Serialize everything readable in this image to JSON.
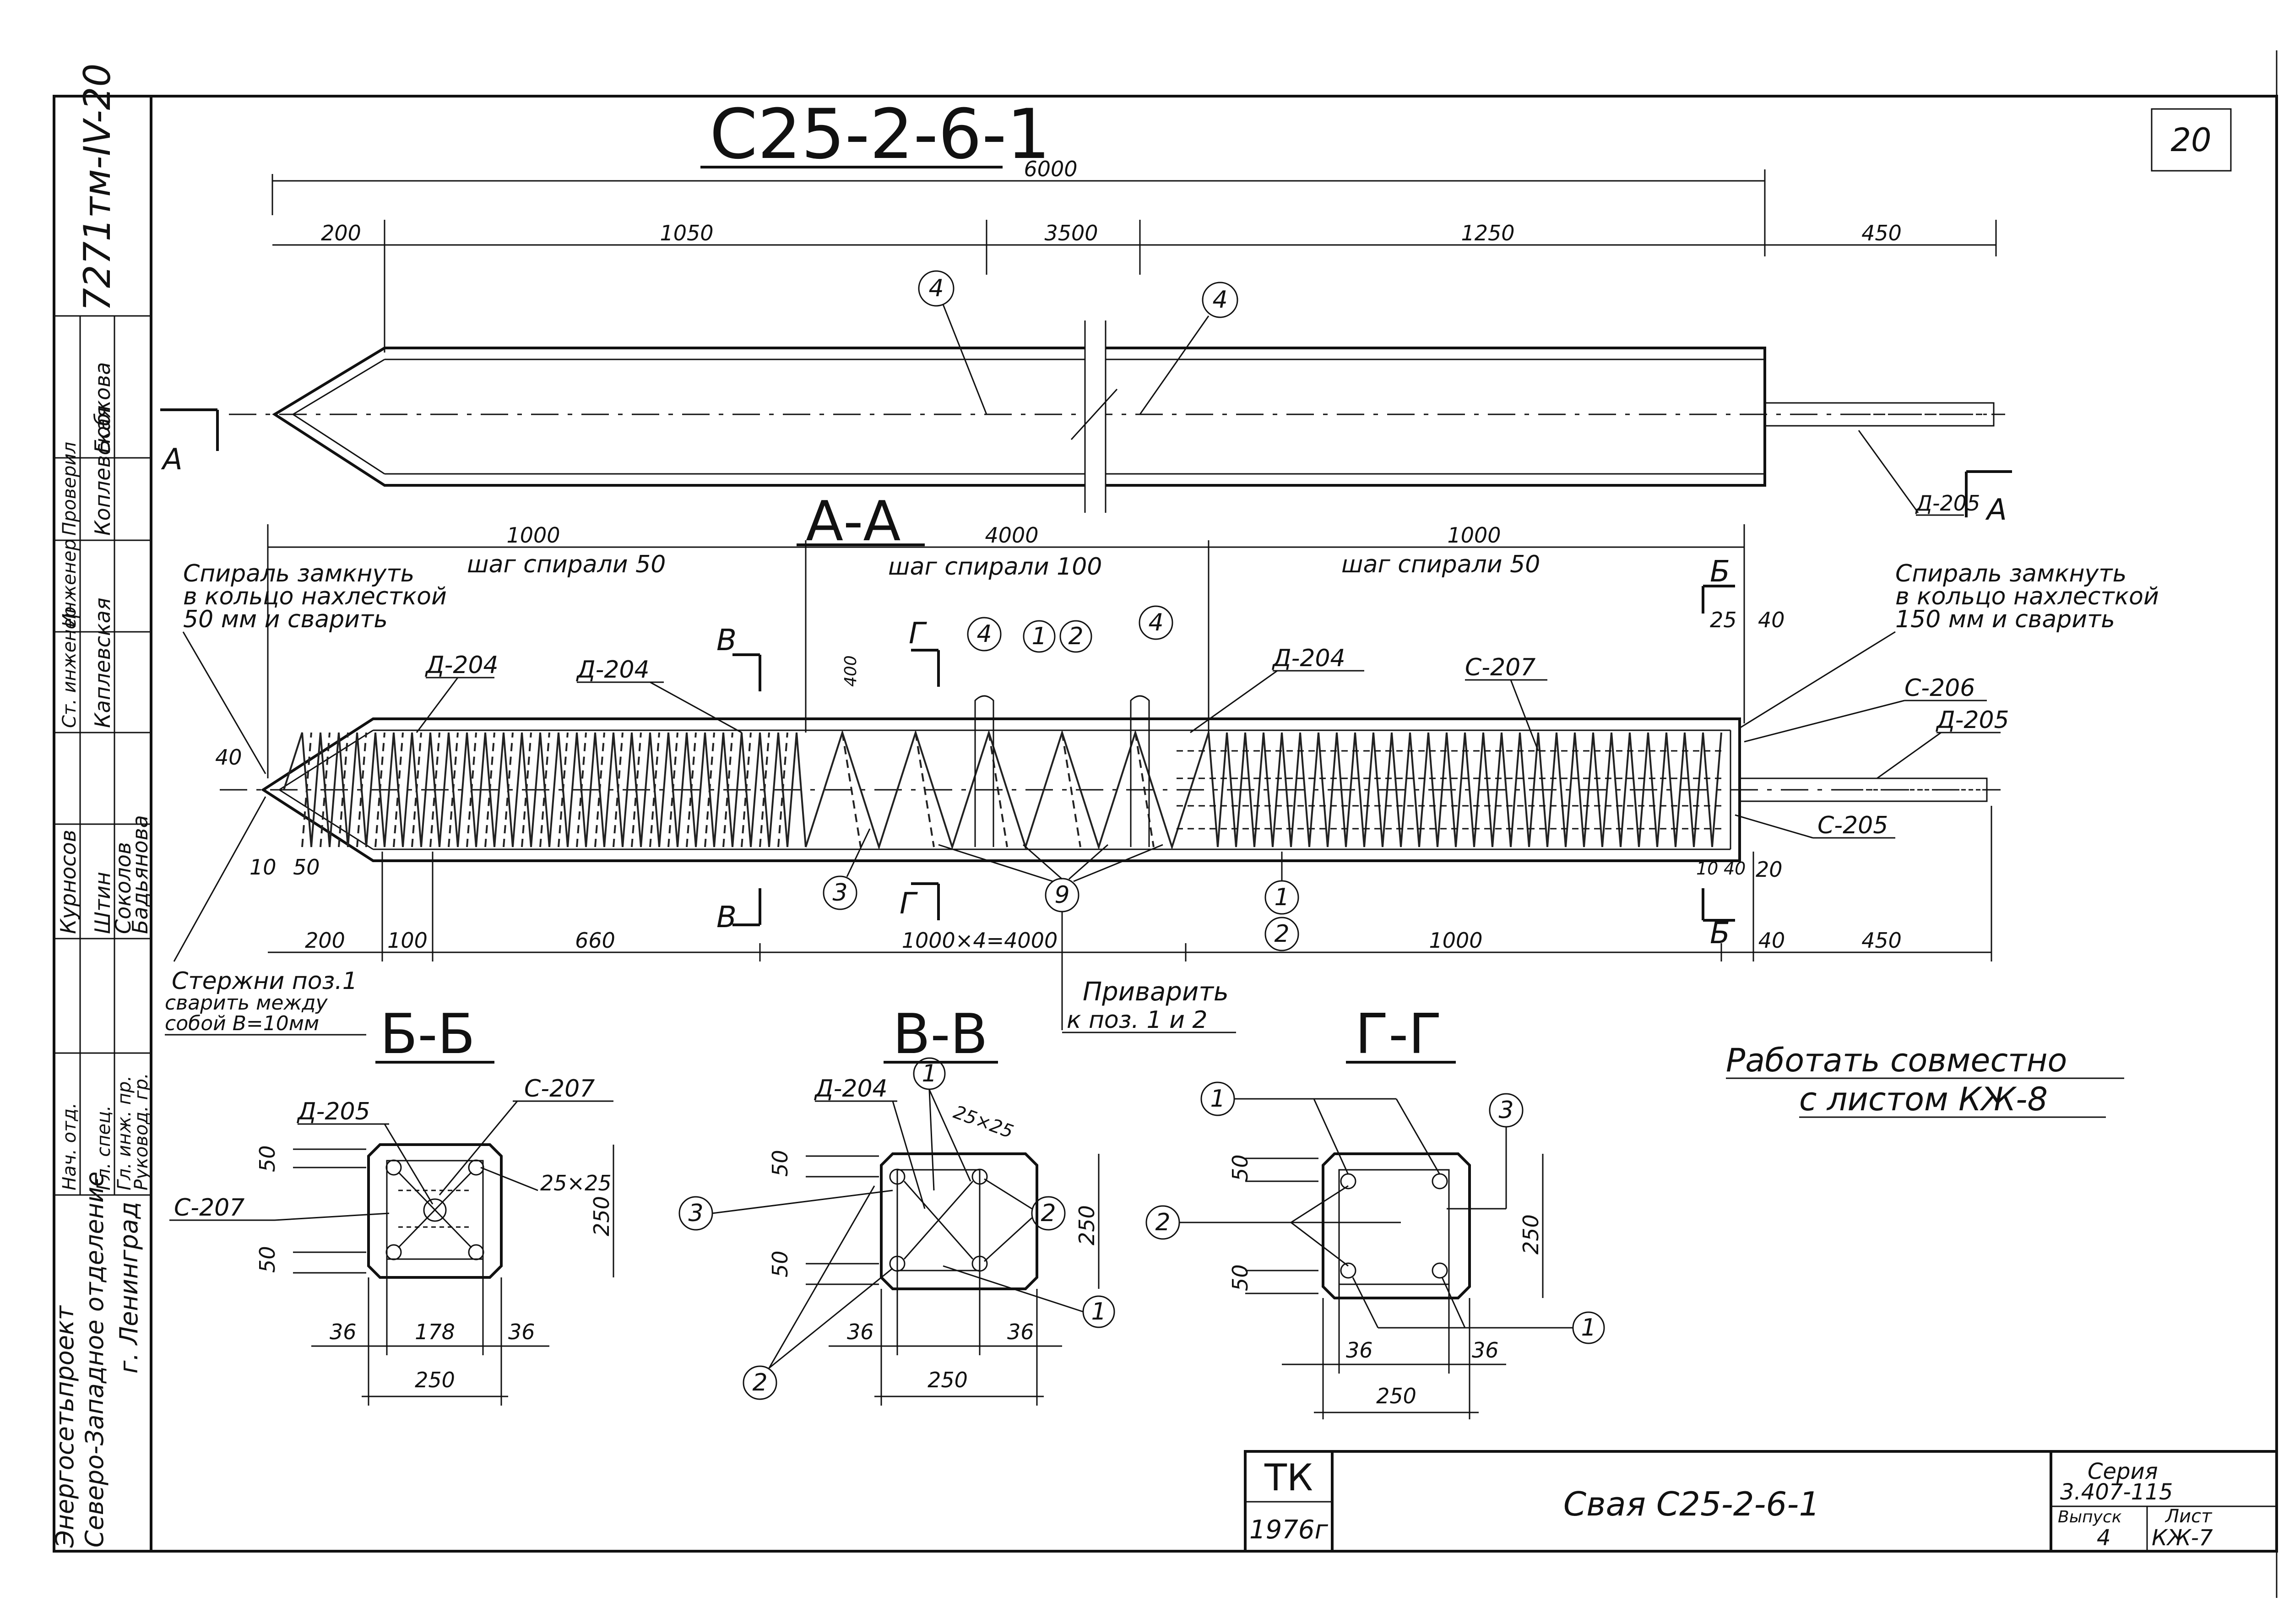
{
  "page_number": "20",
  "side_stamp": {
    "code": "7271тм-IV-20",
    "org": [
      "Энергосетьпроект",
      "Северо-Западное отделение",
      "г. Ленинград"
    ],
    "roles": [
      "Нач. отд.",
      "Гл. спец.",
      "Гл. инж. пр.",
      "Руковод. гр.",
      "Ст. инженер",
      "Инженер",
      "Проверил"
    ],
    "names": [
      "Курносов",
      "Штин",
      "Соколов",
      "Бадьянова",
      "Каплевская",
      "Коплевская",
      "Бобкова"
    ]
  },
  "top_view": {
    "title": "С25-2-6-1",
    "overall": "6000",
    "dims": [
      "200",
      "1050",
      "3500",
      "1250",
      "450"
    ],
    "marks": [
      "4",
      "4"
    ],
    "section_mark": "А",
    "rod_label": "Д-205"
  },
  "section_aa": {
    "title": "А-А",
    "zone_lengths": [
      "1000",
      "4000",
      "1000"
    ],
    "zone_pitch": [
      "шаг спирали 50",
      "шаг спирали 100",
      "шаг спирали 50"
    ],
    "note_left": [
      "Спираль замкнуть",
      "в кольцо нахлесткой",
      "50 мм и сварить"
    ],
    "note_right": [
      "Спираль замкнуть",
      "в кольцо нахлесткой",
      "150 мм и сварить"
    ],
    "labels": [
      "Д-204",
      "Д-204",
      "Д-204",
      "С-207",
      "С-206",
      "Д-205",
      "С-205"
    ],
    "cut_marks": [
      "Б",
      "В",
      "Г"
    ],
    "small_dims": [
      "40",
      "10",
      "50",
      "400",
      "25",
      "40",
      "10",
      "40",
      "20"
    ],
    "bubbles": [
      "4",
      "1",
      "2",
      "4",
      "3",
      "9",
      "1",
      "2"
    ],
    "bottom_dims": [
      "200",
      "100",
      "660",
      "1000×4=4000",
      "1000",
      "40",
      "450"
    ],
    "weld_note": [
      "Приварить",
      "к поз. 1 и 2"
    ],
    "rods_note": [
      "Стержни поз.1",
      "сварить между",
      "собой  В=10мм"
    ]
  },
  "sections": [
    {
      "title": "Б-Б",
      "labels": [
        "Д-205",
        "С-207",
        "С-207",
        "25×25"
      ],
      "dims": [
        "50",
        "50",
        "250",
        "36",
        "178",
        "36",
        "250"
      ]
    },
    {
      "title": "В-В",
      "labels": [
        "Д-204",
        "25×25"
      ],
      "bubbles": [
        "1",
        "3",
        "2",
        "1",
        "2"
      ],
      "dims": [
        "50",
        "50",
        "250",
        "36",
        "36",
        "250"
      ]
    },
    {
      "title": "Г-Г",
      "bubbles": [
        "1",
        "3",
        "2",
        "1"
      ],
      "dims": [
        "50",
        "50",
        "250",
        "36",
        "36",
        "250"
      ]
    }
  ],
  "note": [
    "Работать совместно",
    "с листом КЖ-8"
  ],
  "title_block": {
    "org": "ТК",
    "year": "1976г",
    "name": "Свая С25-2-6-1",
    "series_label": "Серия",
    "series": "3.407-115",
    "issue_label": "Выпуск",
    "issue": "4",
    "sheet_label": "Лист",
    "sheet": "КЖ-7"
  }
}
